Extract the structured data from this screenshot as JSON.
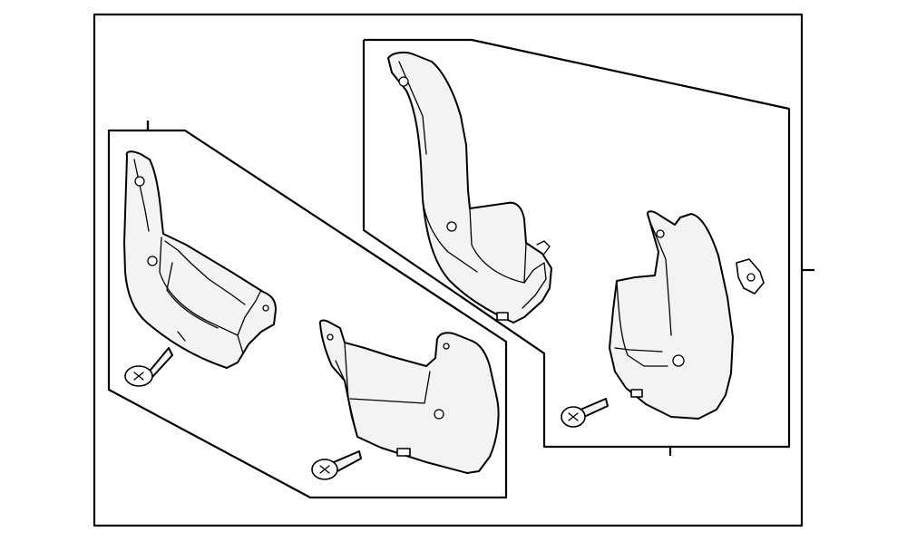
{
  "diagram": {
    "type": "parts-exploded-view",
    "assemblies": [
      {
        "id": "front-mud-guard-set",
        "parts": [
          "front-mud-flap",
          "rear-side-flap",
          "screw",
          "screw"
        ]
      },
      {
        "id": "rear-mud-guard-set",
        "parts": [
          "tall-mud-flap",
          "rear-flap",
          "clip-nut",
          "screw"
        ]
      }
    ],
    "colors": {
      "line": "#000000",
      "part_fill": "#f3f3f3",
      "background": "#ffffff"
    }
  }
}
